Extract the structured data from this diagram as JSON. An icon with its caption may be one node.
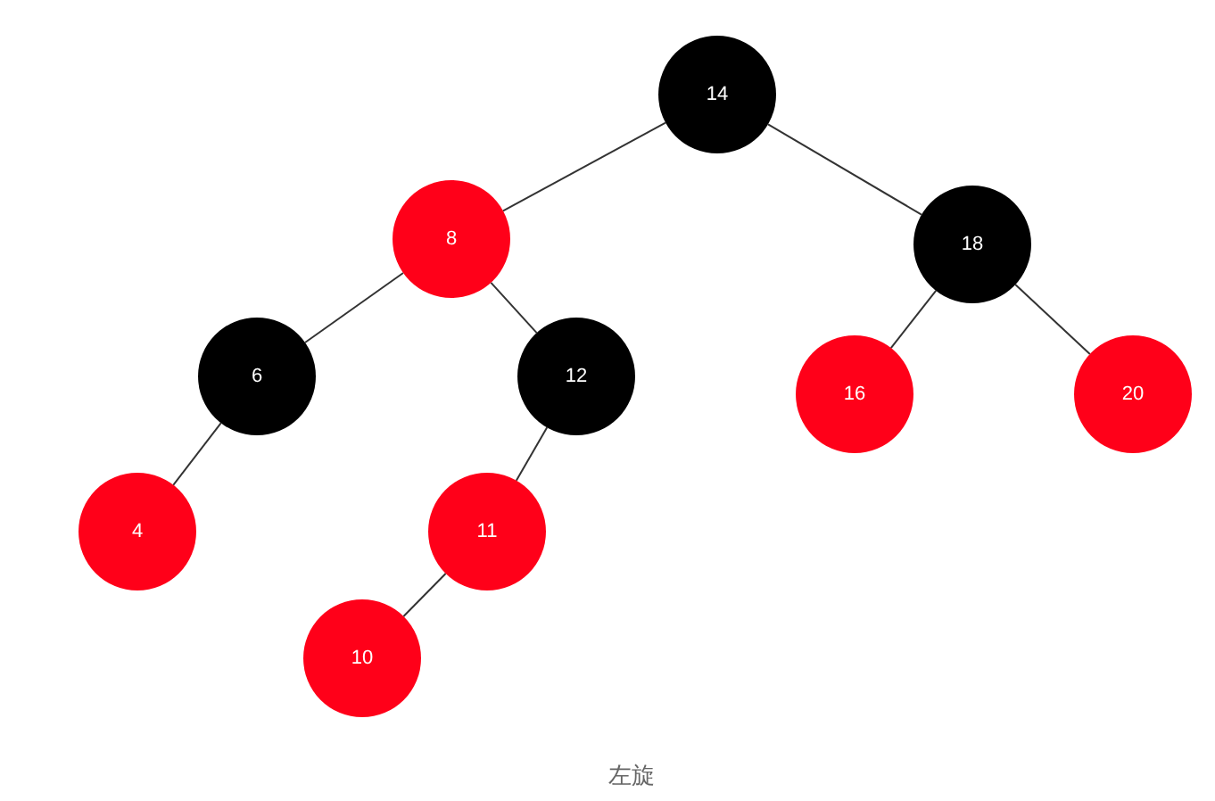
{
  "diagram": {
    "caption": "左旋",
    "nodes": [
      {
        "text": [
          "14"
        ]
      },
      {
        "text": [
          "8"
        ]
      },
      {
        "text": [
          "18"
        ]
      },
      {
        "text": [
          "6"
        ]
      },
      {
        "text": [
          "12"
        ]
      },
      {
        "text": [
          "16"
        ]
      },
      {
        "text": [
          "20"
        ]
      },
      {
        "text": [
          "4"
        ]
      },
      {
        "text": [
          "11"
        ]
      },
      {
        "text": [
          "10"
        ]
      }
    ],
    "edges": [
      {
        "from": 0,
        "to": 1,
        "arrow": "none"
      },
      {
        "from": 0,
        "to": 2,
        "arrow": "none"
      },
      {
        "from": 1,
        "to": 3,
        "arrow": "none"
      },
      {
        "from": 1,
        "to": 4,
        "arrow": "none"
      },
      {
        "from": 2,
        "to": 5,
        "arrow": "none"
      },
      {
        "from": 2,
        "to": 6,
        "arrow": "none"
      },
      {
        "from": 3,
        "to": 7,
        "arrow": "none"
      },
      {
        "from": 4,
        "to": 8,
        "arrow": "none"
      },
      {
        "from": 8,
        "to": 9,
        "arrow": "none"
      }
    ]
  }
}
